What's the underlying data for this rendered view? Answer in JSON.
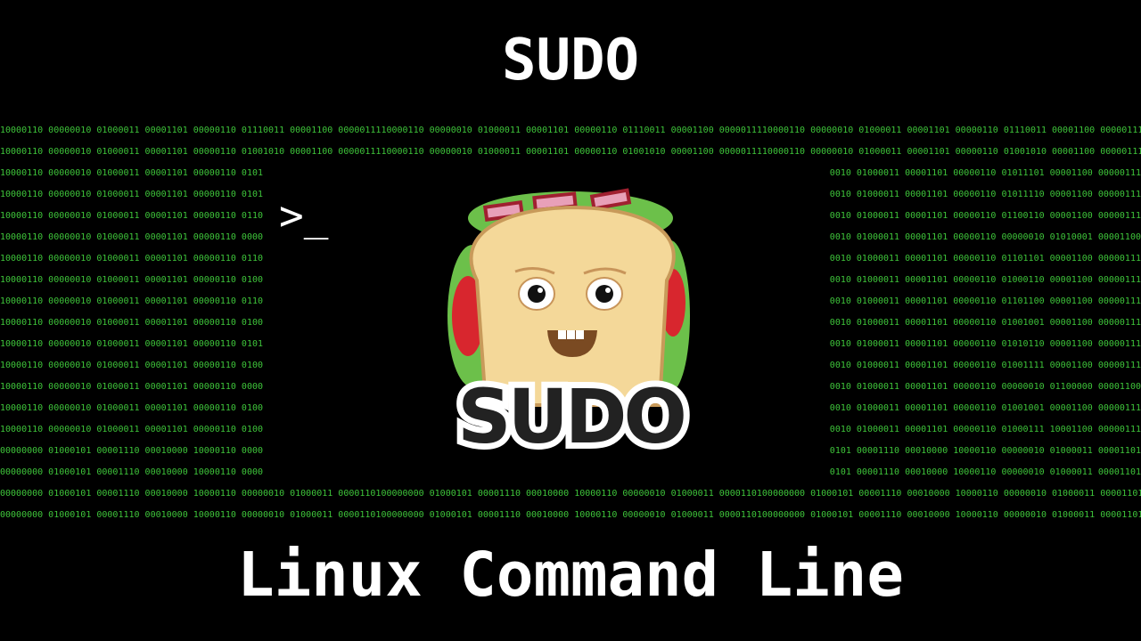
{
  "header": {
    "title": "SUDO"
  },
  "footer": {
    "subtitle": "Linux Command Line"
  },
  "terminal_prompt": ">_",
  "logo": {
    "text": "SUDO",
    "icon": "sandwich-mascot"
  },
  "colors": {
    "background": "#000000",
    "binary_text": "#3ec43a",
    "title_text": "#ffffff"
  },
  "binary_rows": [
    {
      "full": "10000110 00000010 01000011 00001101 00000110 01110011 00001100 0000011110000110 00000010 01000011 00001101 00000110 01110011 00001100 0000011110000110 00000010 01000011 00001101 00000110 01110011 00001100 00000111"
    },
    {
      "full": "10000110 00000010 01000011 00001101 00000110 01001010 00001100 0000011110000110 00000010 01000011 00001101 00000110 01001010 00001100 0000011110000110 00000010 01000011 00001101 00000110 01001010 00001100 00000111"
    },
    {
      "left": "10000110 00000010 01000011 00001101 00000110 0101",
      "right": "0010 01000011 00001101 00000110 01011101 00001100 00000111"
    },
    {
      "left": "10000110 00000010 01000011 00001101 00000110 0101",
      "right": "0010 01000011 00001101 00000110 01011110 00001100 00000111"
    },
    {
      "left": "10000110 00000010 01000011 00001101 00000110 0110",
      "right": "0010 01000011 00001101 00000110 01100110 00001100 00000111"
    },
    {
      "left": "10000110 00000010 01000011 00001101 00000110 0000",
      "right": "0010 01000011 00001101 00000110 00000010 01010001 00001100"
    },
    {
      "left": "10000110 00000010 01000011 00001101 00000110 0110",
      "right": "0010 01000011 00001101 00000110 01101101 00001100 00000111"
    },
    {
      "left": "10000110 00000010 01000011 00001101 00000110 0100",
      "right": "0010 01000011 00001101 00000110 01000110 00001100 00000111"
    },
    {
      "left": "10000110 00000010 01000011 00001101 00000110 0110",
      "right": "0010 01000011 00001101 00000110 01101100 00001100 00000111"
    },
    {
      "left": "10000110 00000010 01000011 00001101 00000110 0100",
      "right": "0010 01000011 00001101 00000110 01001001 00001100 00000111"
    },
    {
      "left": "10000110 00000010 01000011 00001101 00000110 0101",
      "right": "0010 01000011 00001101 00000110 01010110 00001100 00000111"
    },
    {
      "left": "10000110 00000010 01000011 00001101 00000110 0100",
      "right": "0010 01000011 00001101 00000110 01001111 00001100 00000111"
    },
    {
      "left": "10000110 00000010 01000011 00001101 00000110 0000",
      "right": "0010 01000011 00001101 00000110 00000010 01100000 00001100"
    },
    {
      "left": "10000110 00000010 01000011 00001101 00000110 0100",
      "right": "0010 01000011 00001101 00000110 01001001 00001100 00000111"
    },
    {
      "left": "10000110 00000010 01000011 00001101 00000110 0100",
      "right": "0010 01000011 00001101 00000110 01000111 10001100 00000111"
    },
    {
      "left": "00000000 01000101 00001110 00010000 10000110 0000",
      "right": "0101 00001110 00010000 10000110 00000010 01000011 00001101"
    },
    {
      "left": "00000000 01000101 00001110 00010000 10000110 0000",
      "right": "0101 00001110 00010000 10000110 00000010 01000011 00001101"
    },
    {
      "full": "00000000 01000101 00001110 00010000 10000110 00000010 01000011 0000110100000000 01000101 00001110 00010000 10000110 00000010 01000011 0000110100000000 01000101 00001110 00010000 10000110 00000010 01000011 00001101"
    },
    {
      "full": "00000000 01000101 00001110 00010000 10000110 00000010 01000011 0000110100000000 01000101 00001110 00010000 10000110 00000010 01000011 0000110100000000 01000101 00001110 00010000 10000110 00000010 01000011 00001101"
    }
  ]
}
